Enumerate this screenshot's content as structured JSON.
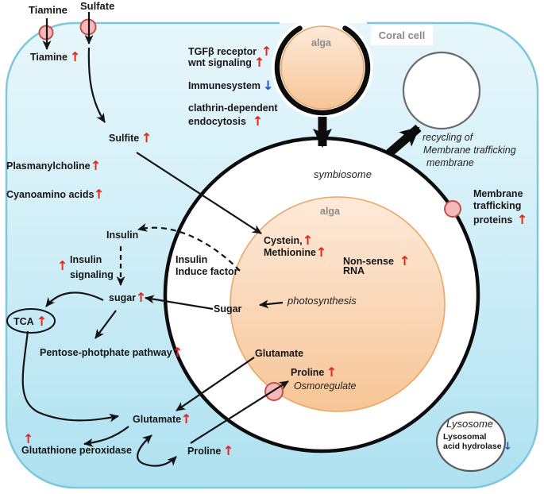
{
  "figure": {
    "title": "Coral cell – alga symbiosome metabolic and trafficking pathways"
  },
  "glyphs": {
    "up": "↑",
    "down": "↓"
  },
  "palette": {
    "cell_fill_top": "#e6f6fb",
    "cell_fill_bottom": "#aee1f0",
    "cell_border": "#7ec7dd",
    "alga_fill_top": "#fdeada",
    "alga_fill_bottom": "#f7c596",
    "alga_border": "#eaa767",
    "transporter_fill": "#f6b9ba",
    "transporter_border": "#c0504d",
    "up_arrow": "#e8231a",
    "down_arrow": "#1d55cf",
    "line": "#131313"
  },
  "labels": {
    "tiamine_top": {
      "text": "Tiamine"
    },
    "sulfate_top": {
      "text": "Sulfate"
    },
    "tiamine_in": {
      "text": "Tiamine",
      "reg": "up"
    },
    "sulfite": {
      "text": "Sulfite",
      "reg": "up"
    },
    "plasmanylcholine": {
      "text": "Plasmanylcholine",
      "reg": "up"
    },
    "cyanoamino": {
      "text": "Cyanoamino acids",
      "reg": "up"
    },
    "tgf_receptor": {
      "text": "TGFβ receptor",
      "reg": "up"
    },
    "wnt_signaling": {
      "text": "wnt signaling",
      "reg": "up"
    },
    "immunesystem": {
      "text": "Immunesystem",
      "reg": "down"
    },
    "clathrin1": {
      "text": "clathrin-dependent"
    },
    "clathrin2": {
      "text": "endocytosis",
      "reg": "up"
    },
    "coral_cell": {
      "text": "Coral cell"
    },
    "alga_top": {
      "text": "alga"
    },
    "recycling1": {
      "text": "recycling of"
    },
    "recycling2": {
      "text": "Membrane trafficking"
    },
    "recycling3": {
      "text": "membrane"
    },
    "symbiosome": {
      "text": "symbiosome"
    },
    "alga_inner": {
      "text": "alga"
    },
    "membrane1": {
      "text": "Membrane"
    },
    "membrane2": {
      "text": "trafficking"
    },
    "membrane3": {
      "text": "proteins",
      "reg": "up"
    },
    "insulin": {
      "text": "Insulin"
    },
    "insulin_sig1": {
      "text": "Insulin",
      "reg": "up"
    },
    "insulin_sig2": {
      "text": "signaling"
    },
    "induce1": {
      "text": "Insulin"
    },
    "induce2": {
      "text": "Induce factor"
    },
    "cystein": {
      "text": "Cystein,",
      "reg": "up"
    },
    "methionine": {
      "text": "Methionine",
      "reg": "up"
    },
    "nonsense1": {
      "text": "Non-sense",
      "reg": "up"
    },
    "nonsense2": {
      "text": "RNA"
    },
    "sugar_small": {
      "text": "sugar",
      "reg": "up"
    },
    "sugar_alga": {
      "text": "Sugar"
    },
    "photosynthesis": {
      "text": "photosynthesis"
    },
    "tca": {
      "text": "TCA",
      "reg": "up"
    },
    "pentose": {
      "text": "Pentose-photphate pathway",
      "reg": "up"
    },
    "glutamate_alga": {
      "text": "Glutamate"
    },
    "proline_alga": {
      "text": "Proline",
      "reg": "up"
    },
    "osmoregulate": {
      "text": "Osmoregulate"
    },
    "glutamate_out": {
      "text": "Glutamate",
      "reg": "up"
    },
    "proline_out": {
      "text": "Proline",
      "reg": "up"
    },
    "glutathione": {
      "text": "Glutathione peroxidase",
      "reg": "up"
    },
    "lysosome_title": {
      "text": "Lysosome"
    },
    "lysosome1": {
      "text": "Lysosomal"
    },
    "lysosome2": {
      "text": "acid hydrolase",
      "reg": "down"
    }
  }
}
